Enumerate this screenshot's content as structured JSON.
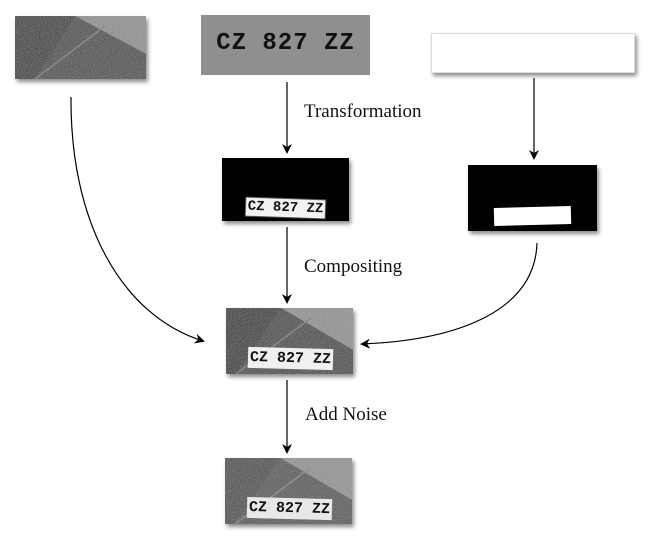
{
  "template_plate": {
    "text": "CZ 827 ZZ"
  },
  "transformed_plate": {
    "text": "CZ 827 ZZ"
  },
  "composited_plate": {
    "text": "CZ 827 ZZ"
  },
  "final_plate": {
    "text": "CZ 827 ZZ"
  },
  "labels": {
    "transformation": "Transformation",
    "compositing": "Compositing",
    "add_noise": "Add Noise"
  },
  "colors": {
    "plate_template_bg": "#8f8f8f",
    "plate_template_text": "#111111",
    "mask_bg": "#000000",
    "plate_white": "#f2f2f2",
    "road_dark": "#3a3a3a",
    "road_light": "#9a9a9a",
    "arrow": "#000000"
  }
}
